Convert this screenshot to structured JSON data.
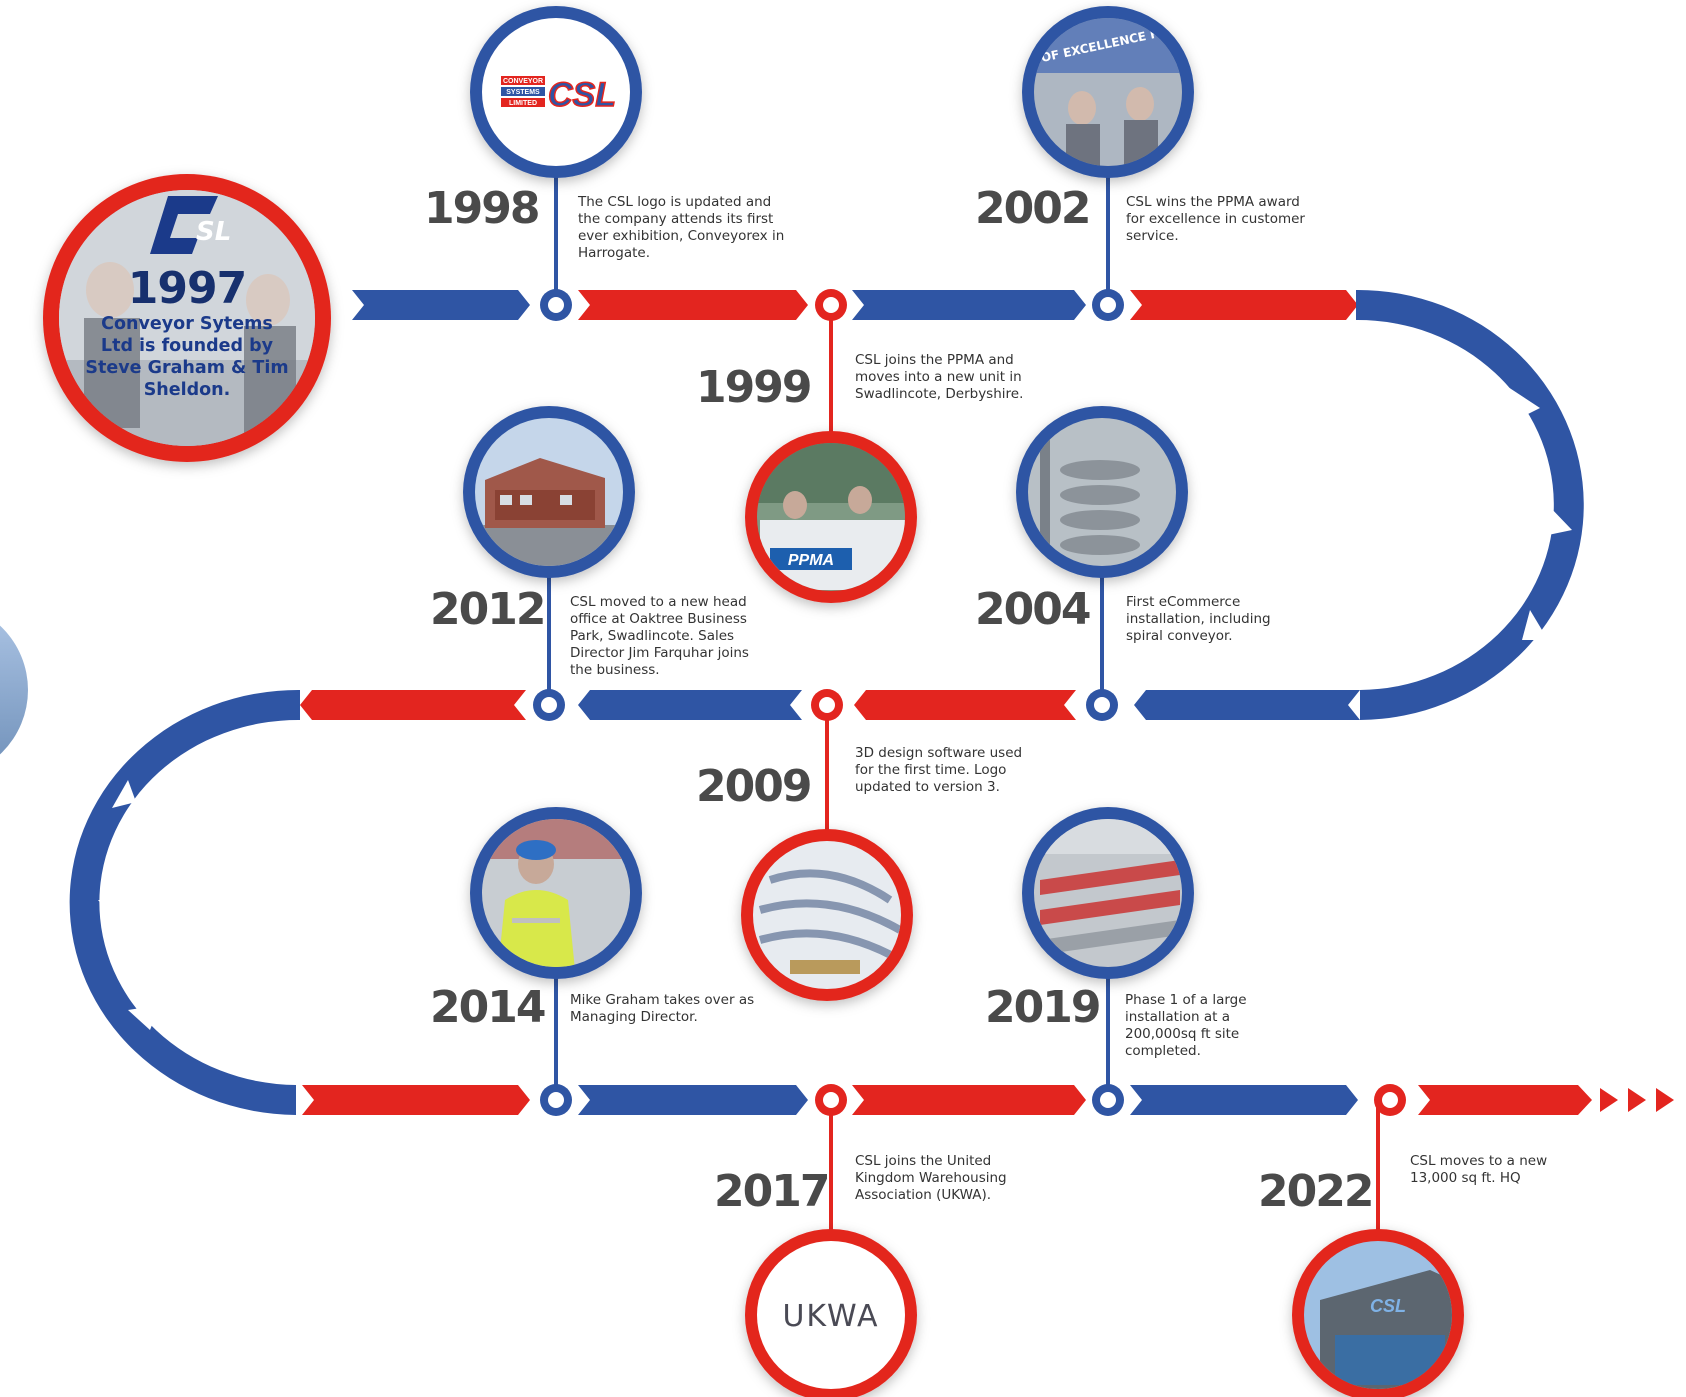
{
  "colors": {
    "blue": "#2f55a4",
    "red": "#e3251f",
    "darkText": "#4a4a4a"
  },
  "origin": {
    "year": "1997",
    "text": "Conveyor Sytems Ltd is founded by Steve Graham & Tim Sheldon.",
    "logo_text": "SL"
  },
  "milestones": [
    {
      "id": "m1998",
      "year": "1998",
      "text": "The CSL logo is updated and the company attends its first ever exhibition, Conveyorex in Harrogate.",
      "color": "blue",
      "image": "csl-logo"
    },
    {
      "id": "m1999",
      "year": "1999",
      "text": "CSL joins the PPMA and moves into a new unit in Swadlincote, Derbyshire.",
      "color": "red",
      "image": "ppma-photo",
      "image_label": "PPMA"
    },
    {
      "id": "m2002",
      "year": "2002",
      "text": "CSL wins the PPMA award for excellence in customer service.",
      "color": "blue",
      "image": "award-photo",
      "image_label": "CSL RECEIVE AWARD OF EXCELLENCE FOR CUSTOMER SERVICE"
    },
    {
      "id": "m2004",
      "year": "2004",
      "text": "First eCommerce installation, including spiral conveyor.",
      "color": "blue",
      "image": "spiral-conveyor-photo"
    },
    {
      "id": "m2009",
      "year": "2009",
      "text": "3D design software used for the first time. Logo updated to version 3.",
      "color": "red",
      "image": "3d-render"
    },
    {
      "id": "m2012",
      "year": "2012",
      "text": "CSL moved to a new head office at Oaktree Business Park, Swadlincote. Sales Director Jim Farquhar joins the business.",
      "color": "blue",
      "image": "office-building-photo"
    },
    {
      "id": "m2014",
      "year": "2014",
      "text": "Mike Graham takes over as Managing Director.",
      "color": "blue",
      "image": "worker-photo"
    },
    {
      "id": "m2017",
      "year": "2017",
      "text": "CSL joins the United Kingdom Warehousing Association (UKWA).",
      "color": "red",
      "image": "ukwa-logo",
      "image_label": "UKWA"
    },
    {
      "id": "m2019",
      "year": "2019",
      "text": "Phase 1 of a large installation at a 200,000sq ft site completed.",
      "color": "blue",
      "image": "warehouse-photo"
    },
    {
      "id": "m2022",
      "year": "2022",
      "text": "CSL moves to a new 13,000 sq ft. HQ",
      "color": "red",
      "image": "hq-building-photo",
      "image_label": "CSL"
    }
  ],
  "csl_logo": {
    "line1": "CONVEYOR",
    "line2": "SYSTEMS",
    "line3": "LIMITED",
    "mark": "CSL"
  }
}
